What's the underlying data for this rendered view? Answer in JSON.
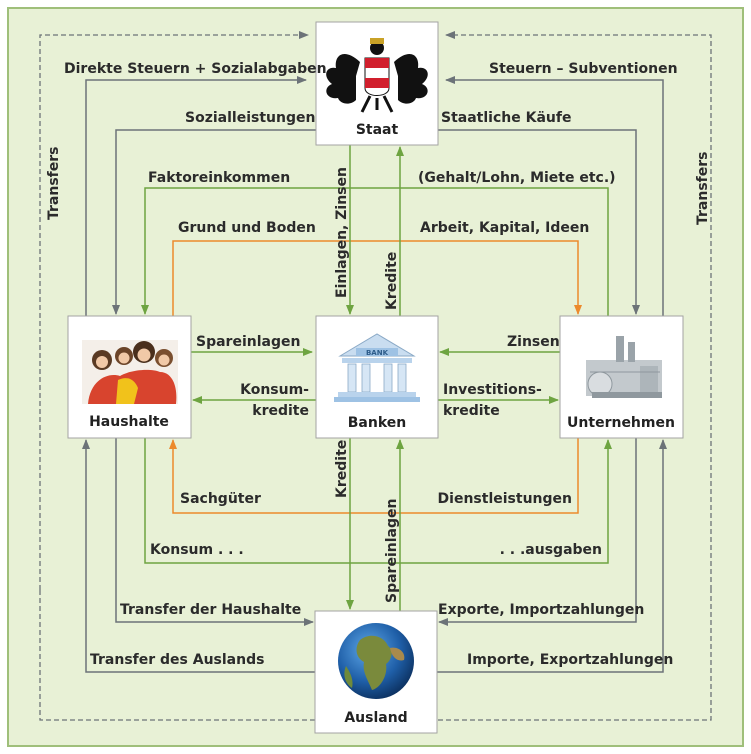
{
  "nodes": {
    "staat": "Staat",
    "haushalte": "Haushalte",
    "banken": "Banken",
    "unternehmen": "Unternehmen",
    "ausland": "Ausland",
    "bank_sign": "BANK"
  },
  "flows": {
    "direkte_steuern": "Direkte Steuern + Sozialabgaben",
    "steuern_subventionen": "Steuern – Subventionen",
    "sozialleistungen": "Sozialleistungen",
    "staatliche_kaeufe": "Staatliche Käufe",
    "faktoreinkommen": "Faktoreinkommen",
    "gehalt": "(Gehalt/Lohn, Miete etc.)",
    "grund_boden": "Grund und Boden",
    "arbeit_kapital": "Arbeit, Kapital, Ideen",
    "einlagen_zinsen": "Einlagen, Zinsen",
    "kredite_staat": "Kredite",
    "transfers_left": "Transfers",
    "transfers_right": "Transfers",
    "spareinlagen": "Spareinlagen",
    "zinsen": "Zinsen",
    "konsumkredite_1": "Konsum-",
    "konsumkredite_2": "kredite",
    "investitionskredite_1": "Investitions-",
    "investitionskredite_2": "kredite",
    "sachgueter": "Sachgüter",
    "dienstleistungen": "Dienstleistungen",
    "konsum": "Konsum . . .",
    "ausgaben": ". . .ausgaben",
    "kredite_ausland": "Kredite",
    "spareinlagen_ausland": "Spareinlagen",
    "transfer_haushalte": "Transfer der Haushalte",
    "exporte_import": "Exporte, Importzahlungen",
    "transfer_ausland": "Transfer des Auslands",
    "importe_export": "Importe, Exportzahlungen"
  },
  "colors": {
    "background": "#e8f1d6",
    "border": "#9fbf7a",
    "arrow_gray": "#6c7378",
    "arrow_green": "#6ea441",
    "arrow_orange": "#ec8a2c",
    "box_border": "#a3a3a3"
  }
}
